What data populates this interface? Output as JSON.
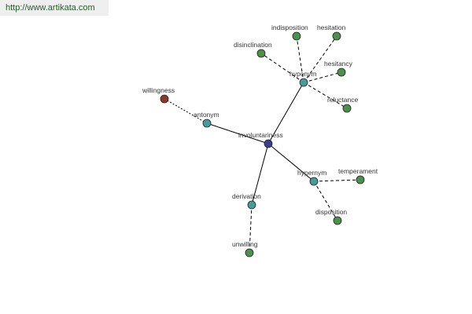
{
  "source_url": "http://www.artikata.com",
  "colors": {
    "center": "#3a3f8f",
    "relation": "#4a9a9a",
    "term": "#4d8f4d",
    "antonym_term": "#8b3a2a",
    "edge": "#000000"
  },
  "nodes": [
    {
      "id": "involuntariness",
      "label": "involuntariness",
      "kind": "center"
    },
    {
      "id": "antonym",
      "label": "antonym",
      "kind": "relation"
    },
    {
      "id": "willingness",
      "label": "willingness",
      "kind": "antonym_term"
    },
    {
      "id": "hyponym",
      "label": "hyponym",
      "kind": "relation"
    },
    {
      "id": "indisposition",
      "label": "indisposition",
      "kind": "term"
    },
    {
      "id": "hesitation",
      "label": "hesitation",
      "kind": "term"
    },
    {
      "id": "disinclination",
      "label": "disinclination",
      "kind": "term"
    },
    {
      "id": "hesitancy",
      "label": "hesitancy",
      "kind": "term"
    },
    {
      "id": "reluctance",
      "label": "reluctance",
      "kind": "term"
    },
    {
      "id": "hypernym",
      "label": "hypernym",
      "kind": "relation"
    },
    {
      "id": "temperament",
      "label": "temperament",
      "kind": "term"
    },
    {
      "id": "disposition",
      "label": "disposition",
      "kind": "term"
    },
    {
      "id": "derivation",
      "label": "derivation",
      "kind": "relation"
    },
    {
      "id": "unwilling",
      "label": "unwilling",
      "kind": "term"
    }
  ],
  "edges": [
    {
      "from": "involuntariness",
      "to": "antonym",
      "style": "solid"
    },
    {
      "from": "involuntariness",
      "to": "hyponym",
      "style": "solid"
    },
    {
      "from": "involuntariness",
      "to": "hypernym",
      "style": "solid"
    },
    {
      "from": "involuntariness",
      "to": "derivation",
      "style": "solid"
    },
    {
      "from": "antonym",
      "to": "willingness",
      "style": "dotted"
    },
    {
      "from": "hyponym",
      "to": "indisposition",
      "style": "dashed"
    },
    {
      "from": "hyponym",
      "to": "hesitation",
      "style": "dashed"
    },
    {
      "from": "hyponym",
      "to": "disinclination",
      "style": "dashed"
    },
    {
      "from": "hyponym",
      "to": "hesitancy",
      "style": "dashed"
    },
    {
      "from": "hyponym",
      "to": "reluctance",
      "style": "dashed"
    },
    {
      "from": "hypernym",
      "to": "temperament",
      "style": "dashed"
    },
    {
      "from": "hypernym",
      "to": "disposition",
      "style": "dashed"
    },
    {
      "from": "derivation",
      "to": "unwilling",
      "style": "dashed"
    }
  ]
}
